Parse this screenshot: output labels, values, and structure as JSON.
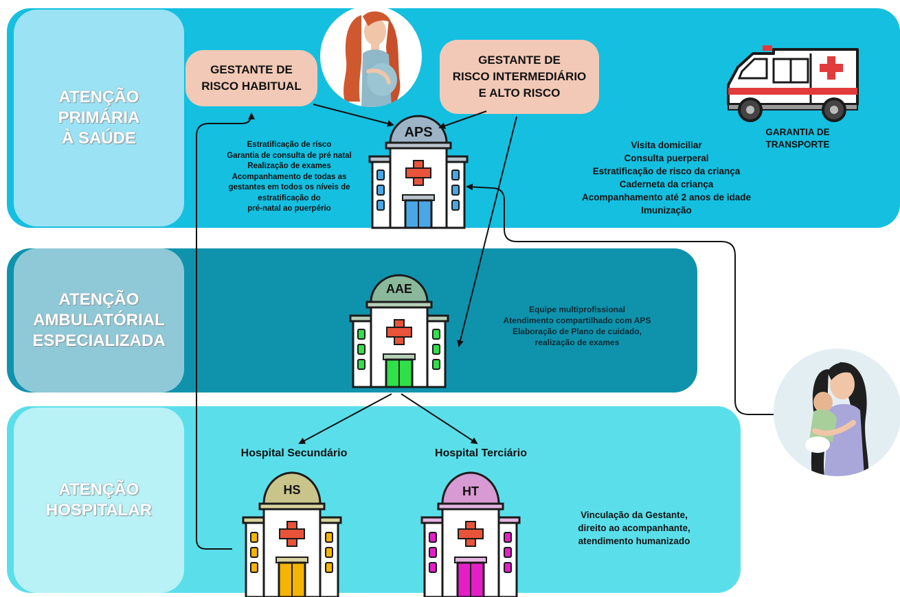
{
  "levels": {
    "aps": "ATENÇÃO\nPRIMÁRIA\nÀ SAÚDE",
    "aae": "ATENÇÃO\nAMBULATÓRIAL\nESPECIALIZADA",
    "hosp": "ATENÇÃO\nHOSPITALAR"
  },
  "risk": {
    "habitual": "GESTANTE DE\nRISCO HABITUAL",
    "alto": "GESTANTE DE\nRISCO INTERMEDIÁRIO\nE ALTO RISCO"
  },
  "aps": {
    "label": "APS",
    "activities": "Estratificação de risco\nGarantia de consulta de pré natal\nRealização de exames\nAcompanhamento de todas as\ngestantes em todos os níveis de\nestratificação do\npré-natal ao puerpério"
  },
  "child_care": "Visita domiciliar\nConsulta puerperal\nEstratificação de risco da criança\nCaderneta da criança\nAcompanhamento até 2 anos de idade\nImunização",
  "transport": "GARANTIA DE\nTRANSPORTE",
  "aae": {
    "label": "AAE",
    "activities": "Equipe multiprofissional\nAtendimento compartilhado com APS\nElaboração de Plano de cuidado,\nrealização de exames"
  },
  "hospitals": {
    "hs_name": "Hospital Secundário",
    "hs_label": "HS",
    "ht_name": "Hospital Terciário",
    "ht_label": "HT",
    "activities": "Vinculação da Gestante,\ndireito ao acompanhante,\natendimento humanizado"
  },
  "colors": {
    "band_aps": "#15bfe0",
    "band_aae": "#0f93ad",
    "band_hosp": "#5adfea",
    "pill": "#f2c9b6",
    "door_aps": "#4aa7e6",
    "door_aae": "#2fe04a",
    "door_hs": "#f4b400",
    "door_ht": "#e61ec9"
  }
}
